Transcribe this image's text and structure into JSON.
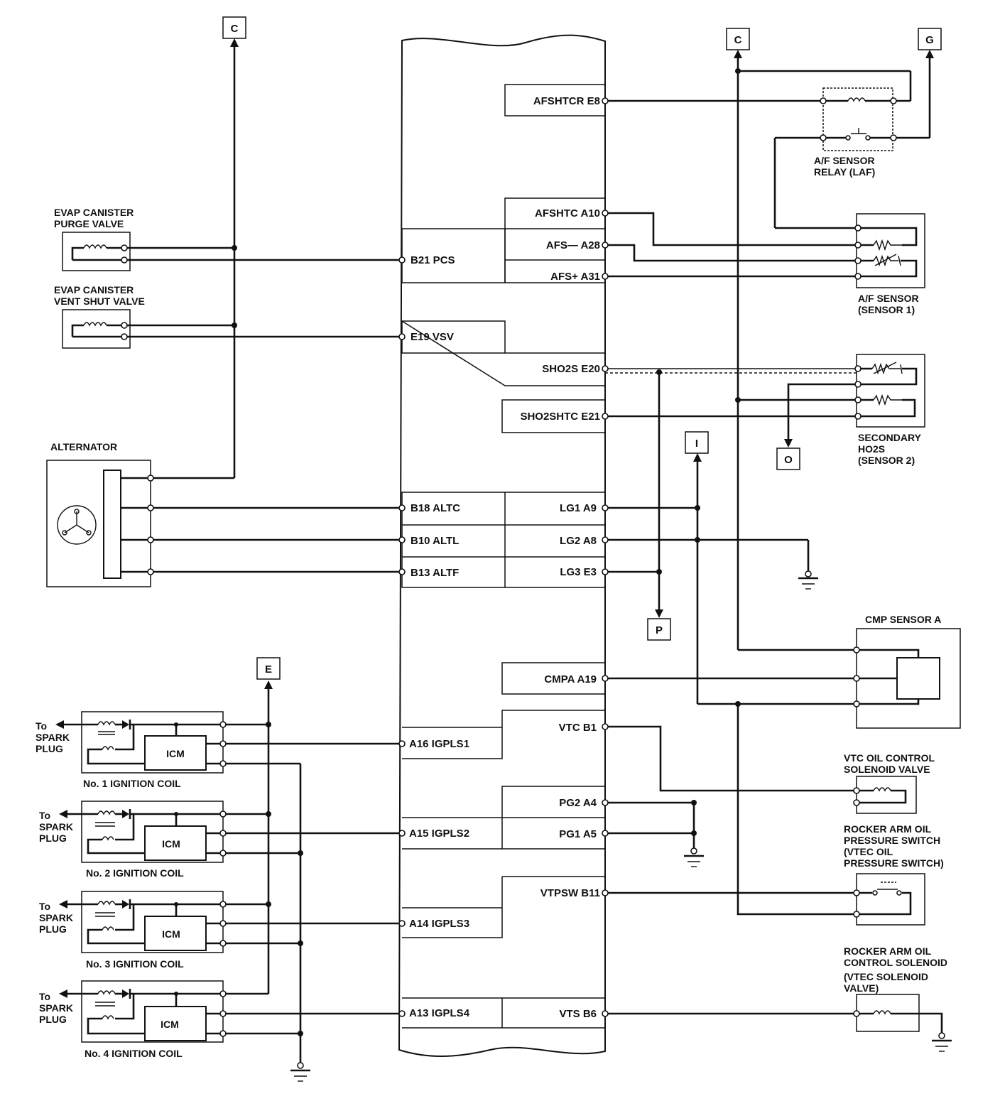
{
  "connectors": {
    "c_left": "C",
    "c_right": "C",
    "g": "G",
    "i": "I",
    "o": "O",
    "p": "P",
    "e": "E"
  },
  "ecm_pins": {
    "afshtcr": "AFSHTCR E8",
    "afshtc": "AFSHTC A10",
    "afs_minus": "AFS— A28",
    "afs_plus": "AFS+ A31",
    "pcs": "B21 PCS",
    "vsv": "E19 VSV",
    "sho2s": "SHO2S E20",
    "sho2shtc": "SHO2SHTC E21",
    "altc": "B18 ALTC",
    "altl": "B10 ALTL",
    "altf": "B13 ALTF",
    "lg1": "LG1 A9",
    "lg2": "LG2 A8",
    "lg3": "LG3 E3",
    "cmpa": "CMPA A19",
    "vtc": "VTC B1",
    "pg2": "PG2 A4",
    "pg1": "PG1 A5",
    "vtpsw": "VTPSW B11",
    "vts": "VTS B6",
    "igpls1": "A16 IGPLS1",
    "igpls2": "A15 IGPLS2",
    "igpls3": "A14 IGPLS3",
    "igpls4": "A13 IGPLS4"
  },
  "components": {
    "evap_purge": [
      "EVAP CANISTER",
      "PURGE VALVE"
    ],
    "evap_vent": [
      "EVAP CANISTER",
      "VENT SHUT VALVE"
    ],
    "alternator": "ALTERNATOR",
    "af_relay": [
      "A/F SENSOR",
      "RELAY (LAF)"
    ],
    "af_sensor": [
      "A/F SENSOR",
      "(SENSOR 1)"
    ],
    "secondary_ho2s": [
      "SECONDARY",
      "HO2S",
      "(SENSOR 2)"
    ],
    "cmp_sensor": "CMP SENSOR A",
    "vtc_valve": [
      "VTC OIL CONTROL",
      "SOLENOID VALVE"
    ],
    "rocker_switch": [
      "ROCKER ARM OIL",
      "PRESSURE SWITCH",
      "(VTEC OIL",
      "PRESSURE SWITCH)"
    ],
    "rocker_solenoid": [
      "ROCKER ARM OIL",
      "CONTROL SOLENOID",
      "(VTEC SOLENOID",
      "VALVE)"
    ],
    "icm": "ICM",
    "to_spark_plug": [
      "To",
      "SPARK",
      "PLUG"
    ],
    "coil_1": "No. 1 IGNITION COIL",
    "coil_2": "No. 2 IGNITION COIL",
    "coil_3": "No. 3 IGNITION COIL",
    "coil_4": "No. 4 IGNITION COIL"
  },
  "colors": {
    "ink": "#111111",
    "paper": "#ffffff"
  }
}
